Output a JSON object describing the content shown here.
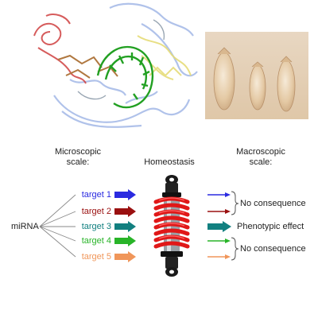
{
  "headers": {
    "micro_line1": "Microscopic",
    "micro_line2": "scale:",
    "homeostasis": "Homeostasis",
    "macro_line1": "Macroscopic",
    "macro_line2": "scale:"
  },
  "source_label": "miRNA",
  "targets": [
    {
      "label": "target 1",
      "color": "#2a2ae0"
    },
    {
      "label": "target 2",
      "color": "#9a1010"
    },
    {
      "label": "target 3",
      "color": "#128080"
    },
    {
      "label": "target 4",
      "color": "#28b428"
    },
    {
      "label": "target 5",
      "color": "#f0965a"
    }
  ],
  "outcomes": {
    "top": "No consequence",
    "middle": "Phenotypic effect",
    "bottom": "No consequence"
  },
  "images": {
    "protein_structure": "protein-structure",
    "pupae_photo": "fly-pupae-photo",
    "shock_absorber": "shock-absorber"
  }
}
